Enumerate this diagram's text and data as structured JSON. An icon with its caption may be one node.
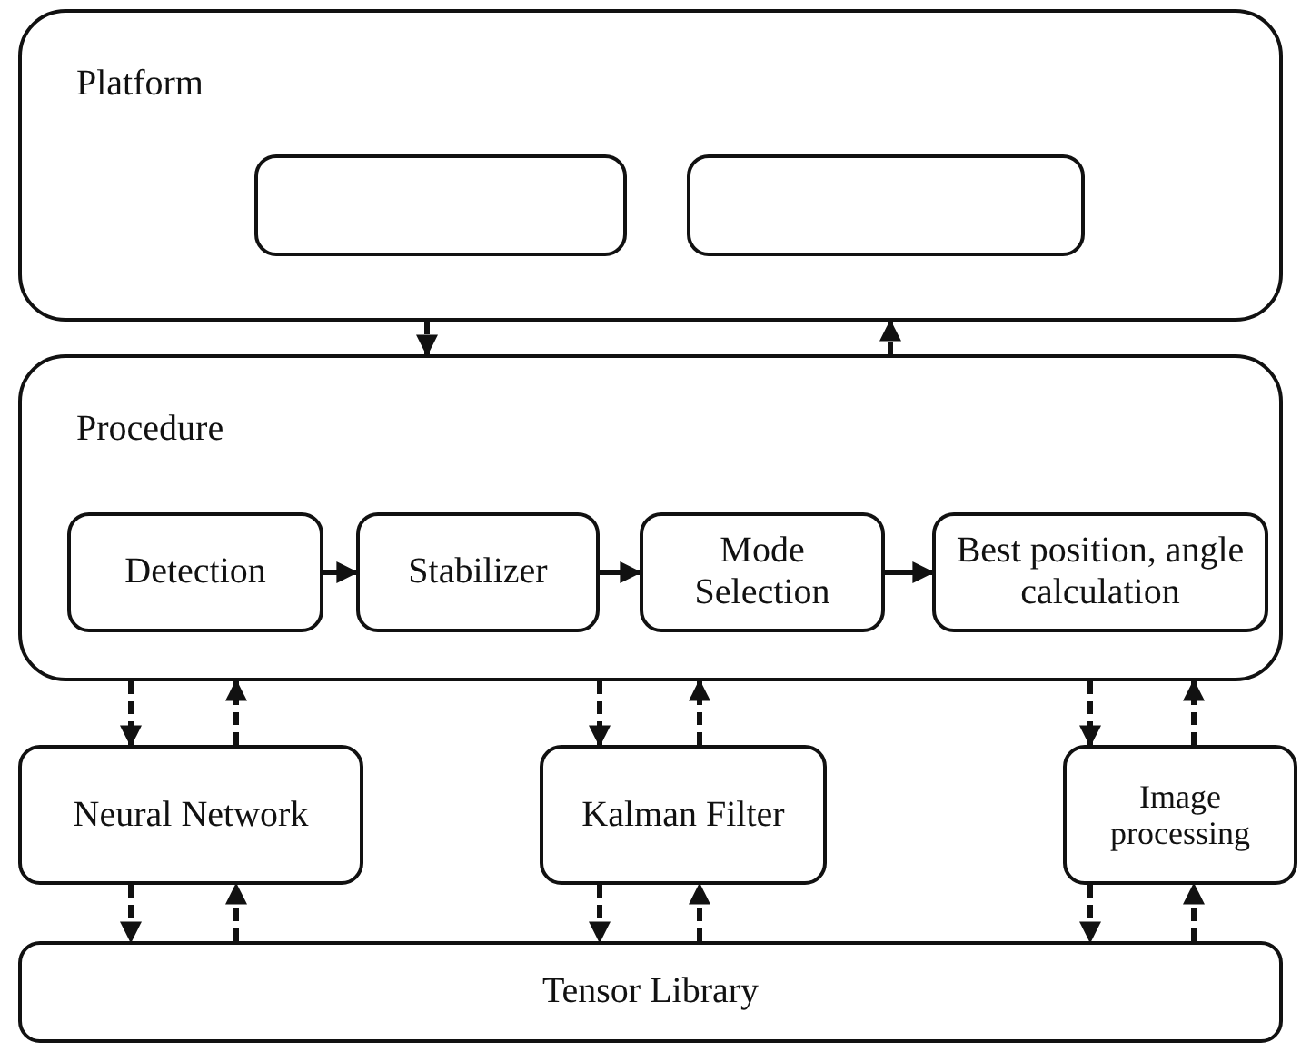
{
  "diagram": {
    "nodes": [
      {
        "text": [
          "Platform"
        ]
      },
      {
        "text": [],
        "shape": "box",
        "in": 0
      },
      {
        "text": [],
        "shape": "box",
        "in": 0
      },
      {
        "text": [
          "Procedure"
        ]
      },
      {
        "text": [
          "Detection"
        ],
        "in": 3
      },
      {
        "text": [
          "Stabilizer"
        ],
        "in": 3
      },
      {
        "text": [
          "Mode Selection"
        ],
        "in": 3
      },
      {
        "text": [
          "Best position, angle calculation"
        ],
        "in": 3
      },
      {
        "text": [
          "Neural Network"
        ]
      },
      {
        "text": [
          "Kalman Filter"
        ]
      },
      {
        "text": [
          "Image processing"
        ]
      },
      {
        "text": [
          "Tensor Library"
        ]
      }
    ],
    "edges": [
      {
        "from": 0,
        "to": 3,
        "arrow": "to",
        "style": "dashed"
      },
      {
        "from": 3,
        "to": 0,
        "arrow": "to",
        "style": "dashed"
      },
      {
        "from": 4,
        "to": 5,
        "arrow": "to"
      },
      {
        "from": 5,
        "to": 6,
        "arrow": "to"
      },
      {
        "from": 6,
        "to": 7,
        "arrow": "to"
      },
      {
        "from": 3,
        "to": 8,
        "arrow": "to",
        "style": "dashed"
      },
      {
        "from": 8,
        "to": 3,
        "arrow": "to",
        "style": "dashed"
      },
      {
        "from": 3,
        "to": 9,
        "arrow": "to",
        "style": "dashed"
      },
      {
        "from": 9,
        "to": 3,
        "arrow": "to",
        "style": "dashed"
      },
      {
        "from": 3,
        "to": 10,
        "arrow": "to",
        "style": "dashed"
      },
      {
        "from": 10,
        "to": 3,
        "arrow": "to",
        "style": "dashed"
      },
      {
        "from": 8,
        "to": 11,
        "arrow": "to",
        "style": "dashed"
      },
      {
        "from": 11,
        "to": 8,
        "arrow": "to",
        "style": "dashed"
      },
      {
        "from": 9,
        "to": 11,
        "arrow": "to",
        "style": "dashed"
      },
      {
        "from": 11,
        "to": 9,
        "arrow": "to",
        "style": "dashed"
      },
      {
        "from": 10,
        "to": 11,
        "arrow": "to",
        "style": "dashed"
      },
      {
        "from": 11,
        "to": 10,
        "arrow": "to",
        "style": "dashed"
      }
    ]
  }
}
